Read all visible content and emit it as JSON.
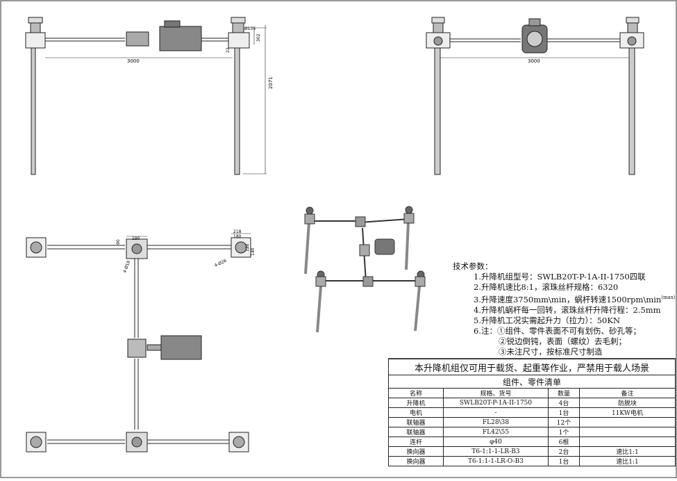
{
  "dimensions": {
    "front_width": "3000",
    "side_width": "3000",
    "height_total": "2071",
    "d135": "Ø135",
    "d302": "302",
    "d22": "22",
    "top_218": "218",
    "top_180": "180",
    "top_190": "190",
    "top_90": "90",
    "top_4phi": "4-Ø18",
    "top_4phi_b": "4-Ø26",
    "top_140": "140",
    "top_120": "120"
  },
  "notes": {
    "title": "技术参数：",
    "items": [
      "1.升降机组型号：SWLB20T-P-1A-II-1750四联",
      "2.升降机速比8:1，滚珠丝杆规格：6320",
      "3.升降速度3750mm\\min，蜗杆转速1500rpm\\min",
      "4.升降机蜗杆每一回转，滚珠丝杆升降行程：2.5mm",
      "5.升降机工况实需起升力（拉力）：50KN",
      "6.注：①组件、零件表面不可有划伤、砂孔等；"
    ],
    "item3_sup": "(max)",
    "sub_items": [
      "②锐边倒钝，表面（螺纹）去毛刺；",
      "③未注尺寸，按标准尺寸制造"
    ]
  },
  "bom": {
    "warning": "本升降机组仅可用于载货、起重等作业，严禁用于载人场景",
    "subtitle": "组件、零件清单",
    "headers": [
      "名称",
      "规格、货号",
      "数量",
      "备注"
    ],
    "rows": [
      [
        "升降机",
        "SWLB20T-P-1A-II-1750",
        "4台",
        "防脱块"
      ],
      [
        "电机",
        "-",
        "1台",
        "11KW电机"
      ],
      [
        "联轴器",
        "FL28\\38",
        "12个",
        ""
      ],
      [
        "联轴器",
        "FL42\\55",
        "1个",
        ""
      ],
      [
        "连杆",
        "φ40",
        "6根",
        ""
      ],
      [
        "换向器",
        "T6-1:1-1-LR-B3",
        "2台",
        "速比1:1"
      ],
      [
        "换向器",
        "T6-1:1-1-LR-O-B3",
        "1台",
        "速比1:1"
      ]
    ]
  }
}
